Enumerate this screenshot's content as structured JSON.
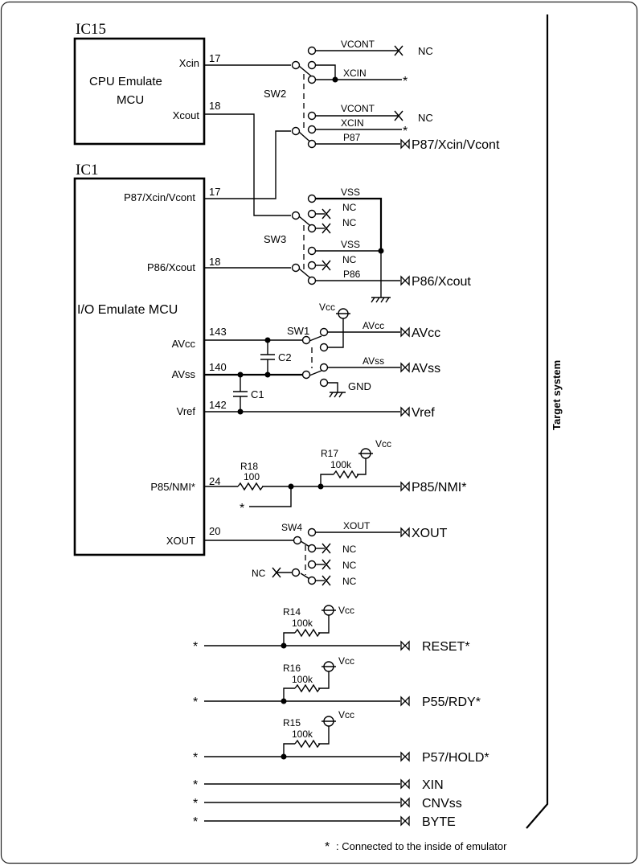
{
  "ic15": {
    "ref": "IC15",
    "title_line1": "CPU Emulate",
    "title_line2": "MCU",
    "pins": [
      {
        "name": "Xcin",
        "number": "17"
      },
      {
        "name": "Xcout",
        "number": "18"
      }
    ]
  },
  "ic1": {
    "ref": "IC1",
    "title": "I/O Emulate MCU",
    "pins": [
      {
        "name": "P87/Xcin/Vcont",
        "number": "17"
      },
      {
        "name": "P86/Xcout",
        "number": "18"
      },
      {
        "name": "AVcc",
        "number": "143"
      },
      {
        "name": "AVss",
        "number": "140"
      },
      {
        "name": "Vref",
        "number": "142"
      },
      {
        "name": "P85/NMI*",
        "number": "24"
      },
      {
        "name": "XOUT",
        "number": "20"
      }
    ]
  },
  "switches": {
    "sw1": {
      "label": "SW1",
      "nets": [
        "AVcc",
        "AVss",
        "GND"
      ]
    },
    "sw2": {
      "label": "SW2",
      "nets": [
        "VCONT",
        "XCIN",
        "VCONT",
        "XCIN",
        "P87"
      ]
    },
    "sw3": {
      "label": "SW3",
      "nets": [
        "VSS",
        "NC",
        "NC",
        "VSS",
        "NC",
        "P86"
      ]
    },
    "sw4": {
      "label": "SW4",
      "nets": [
        "XOUT",
        "NC",
        "NC",
        "NC",
        "NC"
      ]
    }
  },
  "components": {
    "c1": "C1",
    "c2": "C2",
    "r18": {
      "ref": "R18",
      "value": "100"
    },
    "r17": {
      "ref": "R17",
      "value": "100k"
    },
    "r14": {
      "ref": "R14",
      "value": "100k"
    },
    "r16": {
      "ref": "R16",
      "value": "100k"
    },
    "r15": {
      "ref": "R15",
      "value": "100k"
    }
  },
  "labels": {
    "nc": "NC",
    "vcc": "Vcc",
    "gnd": "GND",
    "star": "*"
  },
  "outputs": [
    "P87/Xcin/Vcont",
    "P86/Xcout",
    "AVcc",
    "AVss",
    "Vref",
    "P85/NMI*",
    "XOUT",
    "RESET*",
    "P55/RDY*",
    "P57/HOLD*",
    "XIN",
    "CNVss",
    "BYTE"
  ],
  "target_system": "Target system",
  "footnote": {
    "symbol": "*",
    "text": ": Connected to the inside of emulator"
  }
}
